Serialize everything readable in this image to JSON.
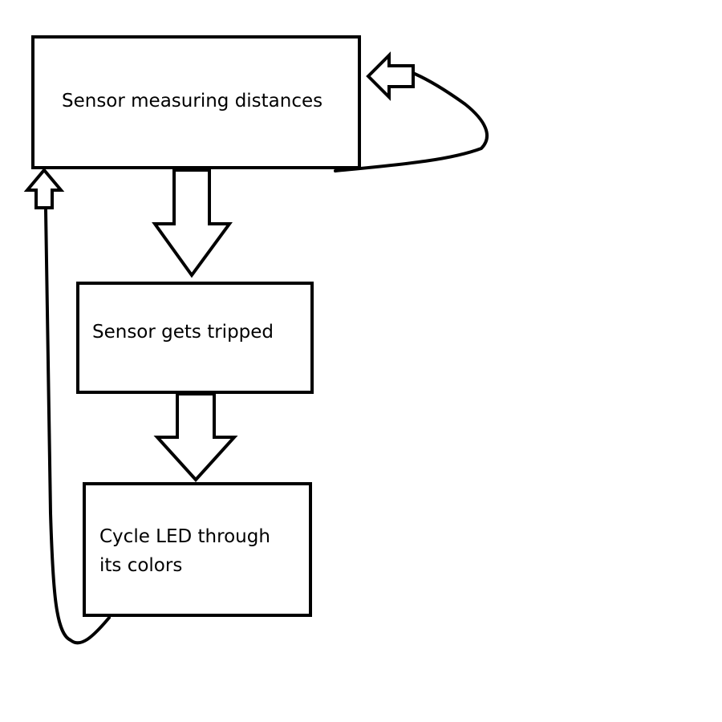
{
  "diagram": {
    "nodes": [
      {
        "id": "measure",
        "lines": [
          "Sensor measuring distances"
        ]
      },
      {
        "id": "tripped",
        "lines": [
          "Sensor gets tripped"
        ]
      },
      {
        "id": "cycle",
        "lines": [
          "Cycle LED through",
          "its colors"
        ]
      }
    ],
    "edges": [
      {
        "from": "measure",
        "to": "tripped",
        "kind": "down-arrow"
      },
      {
        "from": "tripped",
        "to": "cycle",
        "kind": "down-arrow"
      },
      {
        "from": "measure",
        "to": "measure",
        "kind": "self-loop"
      },
      {
        "from": "cycle",
        "to": "measure",
        "kind": "return-loop"
      }
    ],
    "colors": {
      "stroke": "#000000",
      "fill": "#ffffff"
    }
  }
}
